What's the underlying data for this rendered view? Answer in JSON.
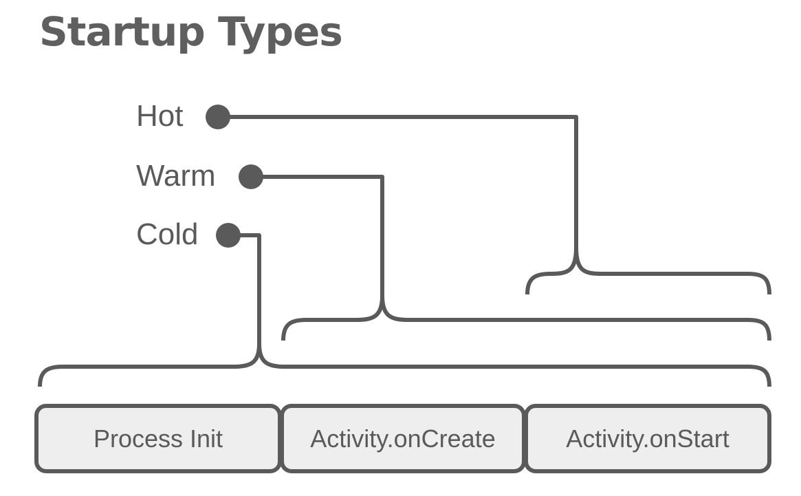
{
  "title": "Startup Types",
  "startup_types": [
    {
      "label": "Hot",
      "covers": [
        "Activity.onStart"
      ]
    },
    {
      "label": "Warm",
      "covers": [
        "Activity.onCreate",
        "Activity.onStart"
      ]
    },
    {
      "label": "Cold",
      "covers": [
        "Process Init",
        "Activity.onCreate",
        "Activity.onStart"
      ]
    }
  ],
  "stages": [
    "Process Init",
    "Activity.onCreate",
    "Activity.onStart"
  ],
  "colors": {
    "ink": "#5a5a5a",
    "title": "#5f5f5f",
    "stage_fill": "#eeeeee",
    "background": "#ffffff"
  }
}
